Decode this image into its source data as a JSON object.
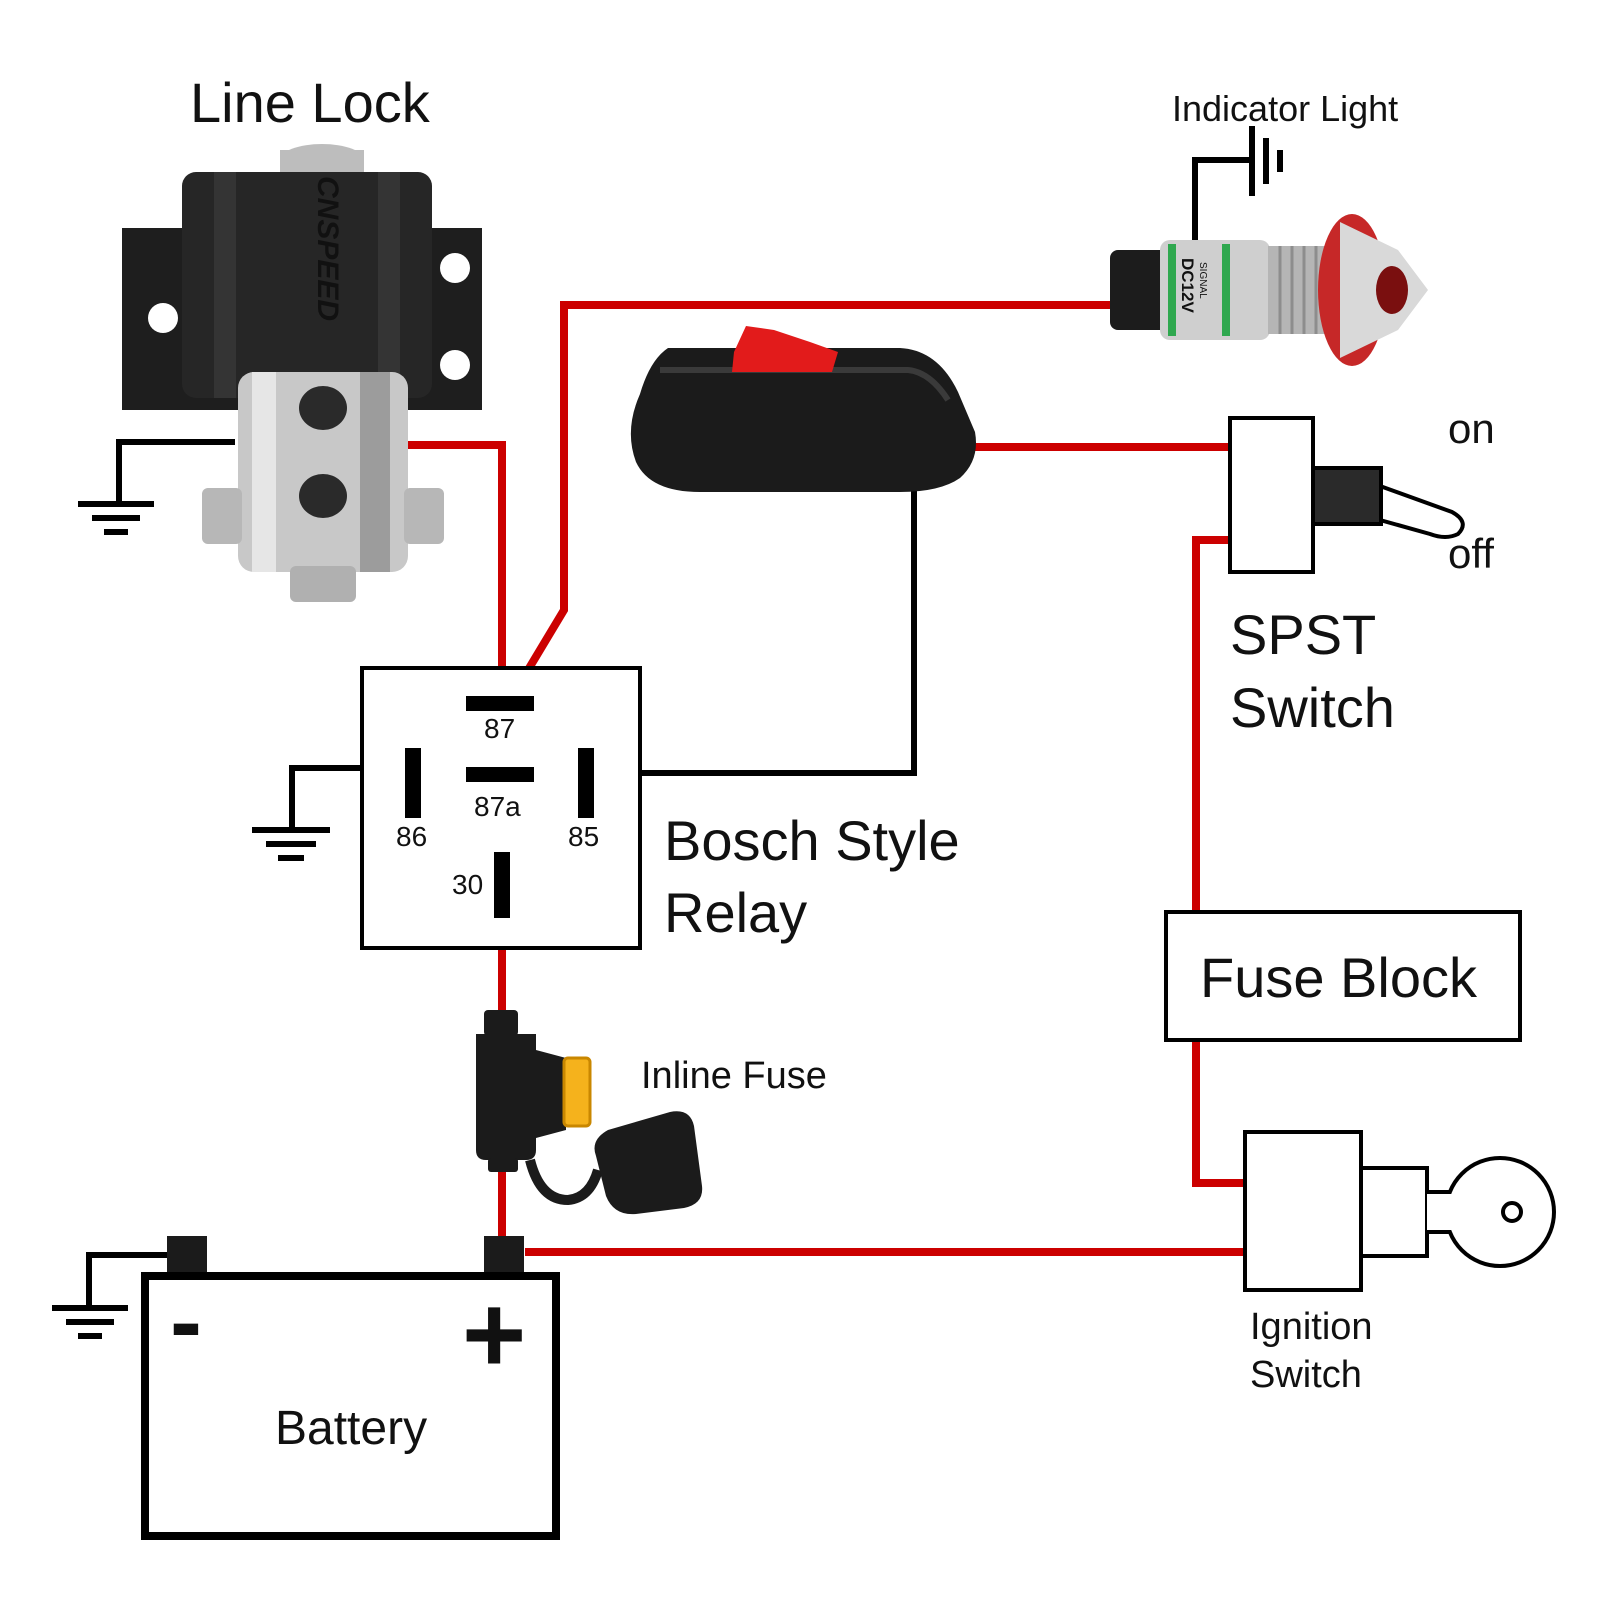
{
  "colors": {
    "power_wire": "#cc0000",
    "ground_wire": "#000000",
    "outline": "#000000",
    "device_body": "#1c1c1c",
    "chrome": "#c9c9c9",
    "fuse_amber": "#f5b21c"
  },
  "labels": {
    "line_lock": "Line Lock",
    "line_lock_brand": "CNSPEED",
    "indicator_light": "Indicator Light",
    "indicator_print_1": "DC12V",
    "indicator_print_2": "SIGNAL",
    "switch_on": "on",
    "switch_off": "off",
    "spst_1": "SPST",
    "spst_2": "Switch",
    "relay_1": "Bosch Style",
    "relay_2": "Relay",
    "fuse_block": "Fuse Block",
    "inline_fuse": "Inline Fuse",
    "battery": "Battery",
    "battery_neg": "-",
    "battery_pos": "+",
    "ignition_1": "Ignition",
    "ignition_2": "Switch"
  },
  "relay_pins": {
    "p87": "87",
    "p87a": "87a",
    "p86": "86",
    "p85": "85",
    "p30": "30"
  },
  "icons": {
    "ground": "ground-symbol-icon",
    "key": "key-icon",
    "toggle": "toggle-lever-icon",
    "fuse": "blade-fuse-icon"
  }
}
